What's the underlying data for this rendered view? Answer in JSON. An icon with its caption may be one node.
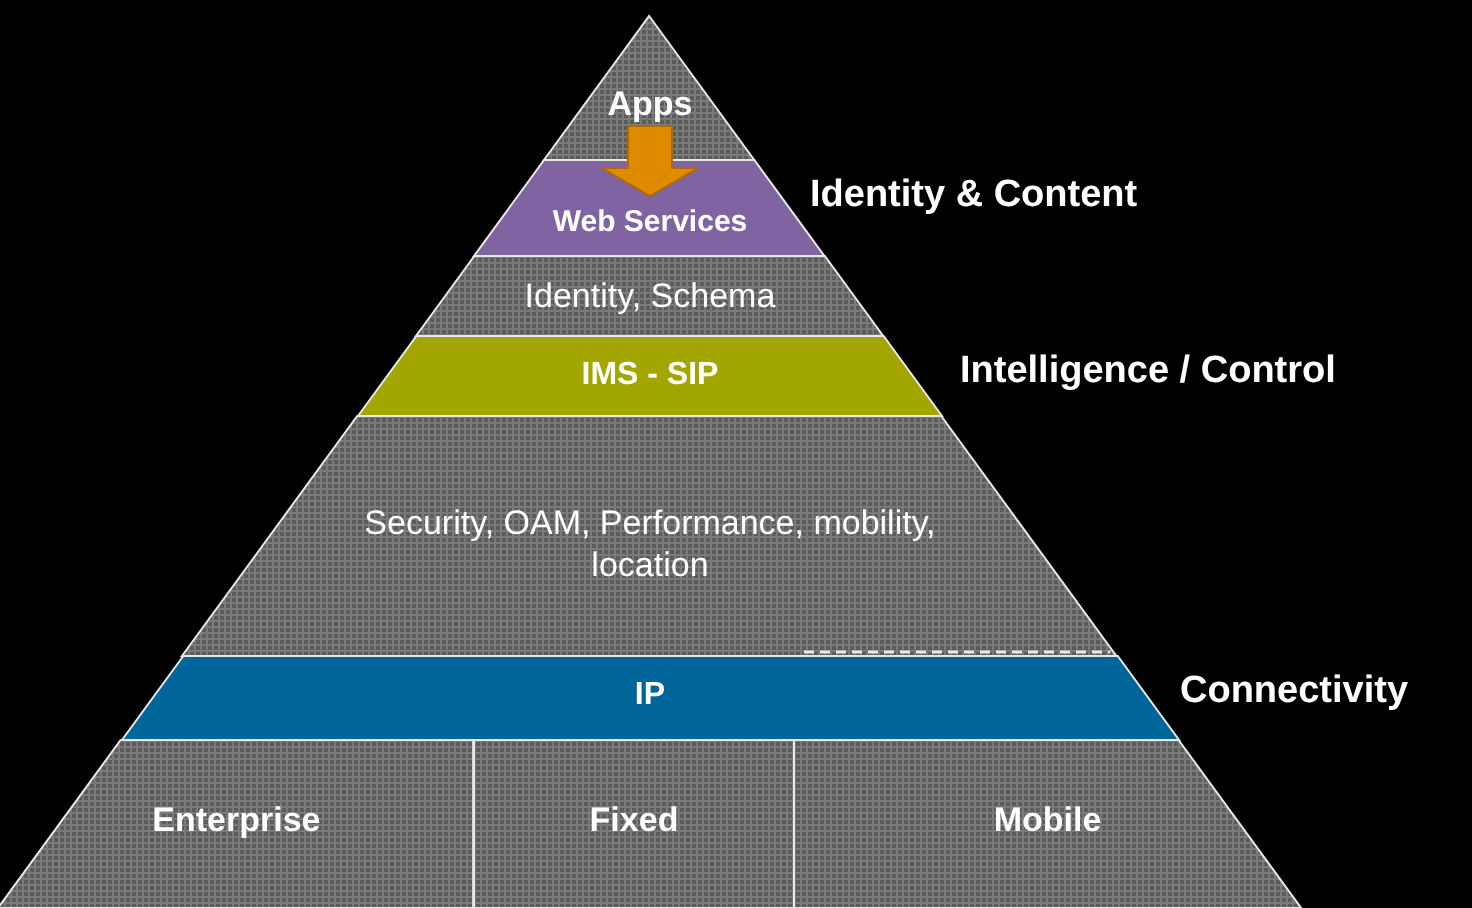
{
  "diagram": {
    "nodes": [
      {
        "text": [
          "Apps"
        ]
      },
      {
        "text": [
          "Web Services"
        ]
      },
      {
        "text": [
          "Identity,  Schema"
        ]
      },
      {
        "text": [
          "IMS - SIP"
        ]
      },
      {
        "text": [
          "Security, OAM, Performance, mobility, location"
        ]
      },
      {
        "text": [
          "IP"
        ]
      },
      {
        "text": [
          "Enterprise"
        ]
      },
      {
        "text": [
          "Fixed"
        ]
      },
      {
        "text": [
          "Mobile"
        ]
      }
    ],
    "edges": [
      {
        "from": 0,
        "to": 1,
        "arrow": "to",
        "style": "thick",
        "color": "#e08a00"
      }
    ],
    "labels": [
      "Identity & Content",
      "Intelligence / Control",
      "Connectivity"
    ]
  }
}
